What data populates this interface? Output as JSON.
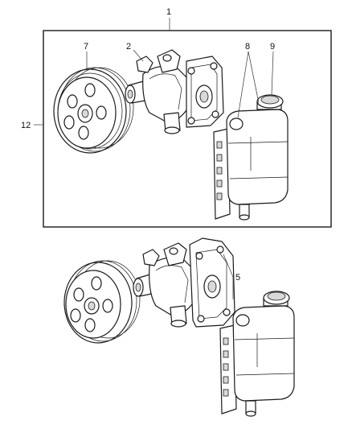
{
  "callouts": {
    "assembly": "1",
    "pump": "2",
    "bracket": "5",
    "pulley": "7",
    "reservoir": "8",
    "cap": "9",
    "kit": "12"
  },
  "colors": {
    "line": "#1a1a1a",
    "fill": "#ffffff",
    "shade": "#d9d9d9"
  }
}
